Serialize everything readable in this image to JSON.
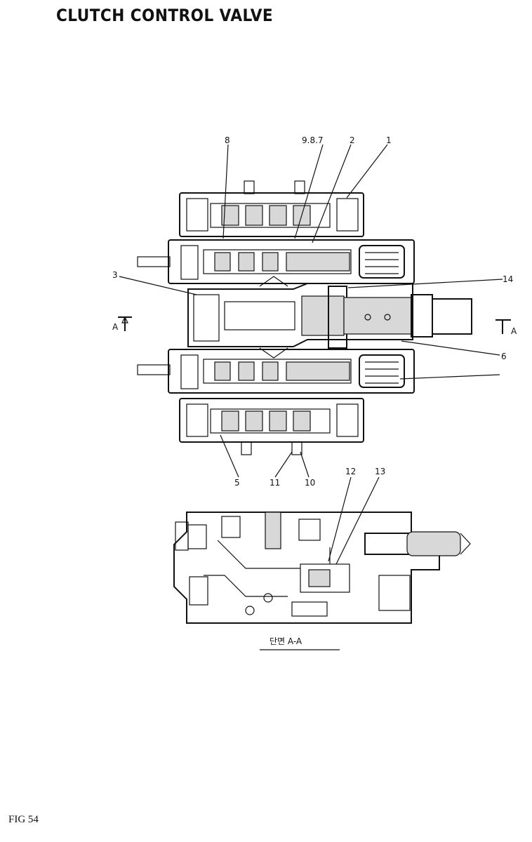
{
  "title": "CLUTCH CONTROL VALVE",
  "figure_label": "FIG 54",
  "section_caption": "단면 A-A",
  "section_marks": {
    "left": "A",
    "right": "A"
  },
  "part_callouts": [
    "8",
    "9.8.7",
    "2",
    "1",
    "3",
    "14",
    "6",
    "5",
    "11",
    "10",
    "12",
    "13"
  ]
}
